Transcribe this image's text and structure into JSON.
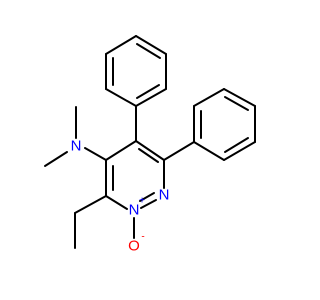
{
  "molecule": {
    "atoms": {
      "amine_n": "N",
      "ring_n_plus": "N",
      "ring_n": "N",
      "oxide_o": "O"
    },
    "charges": {
      "ring_n_plus": "+",
      "oxide_o": "-"
    },
    "colors": {
      "nitrogen": "#0000ff",
      "oxygen": "#ff0000",
      "bond": "#000000",
      "background": "#ffffff"
    }
  }
}
